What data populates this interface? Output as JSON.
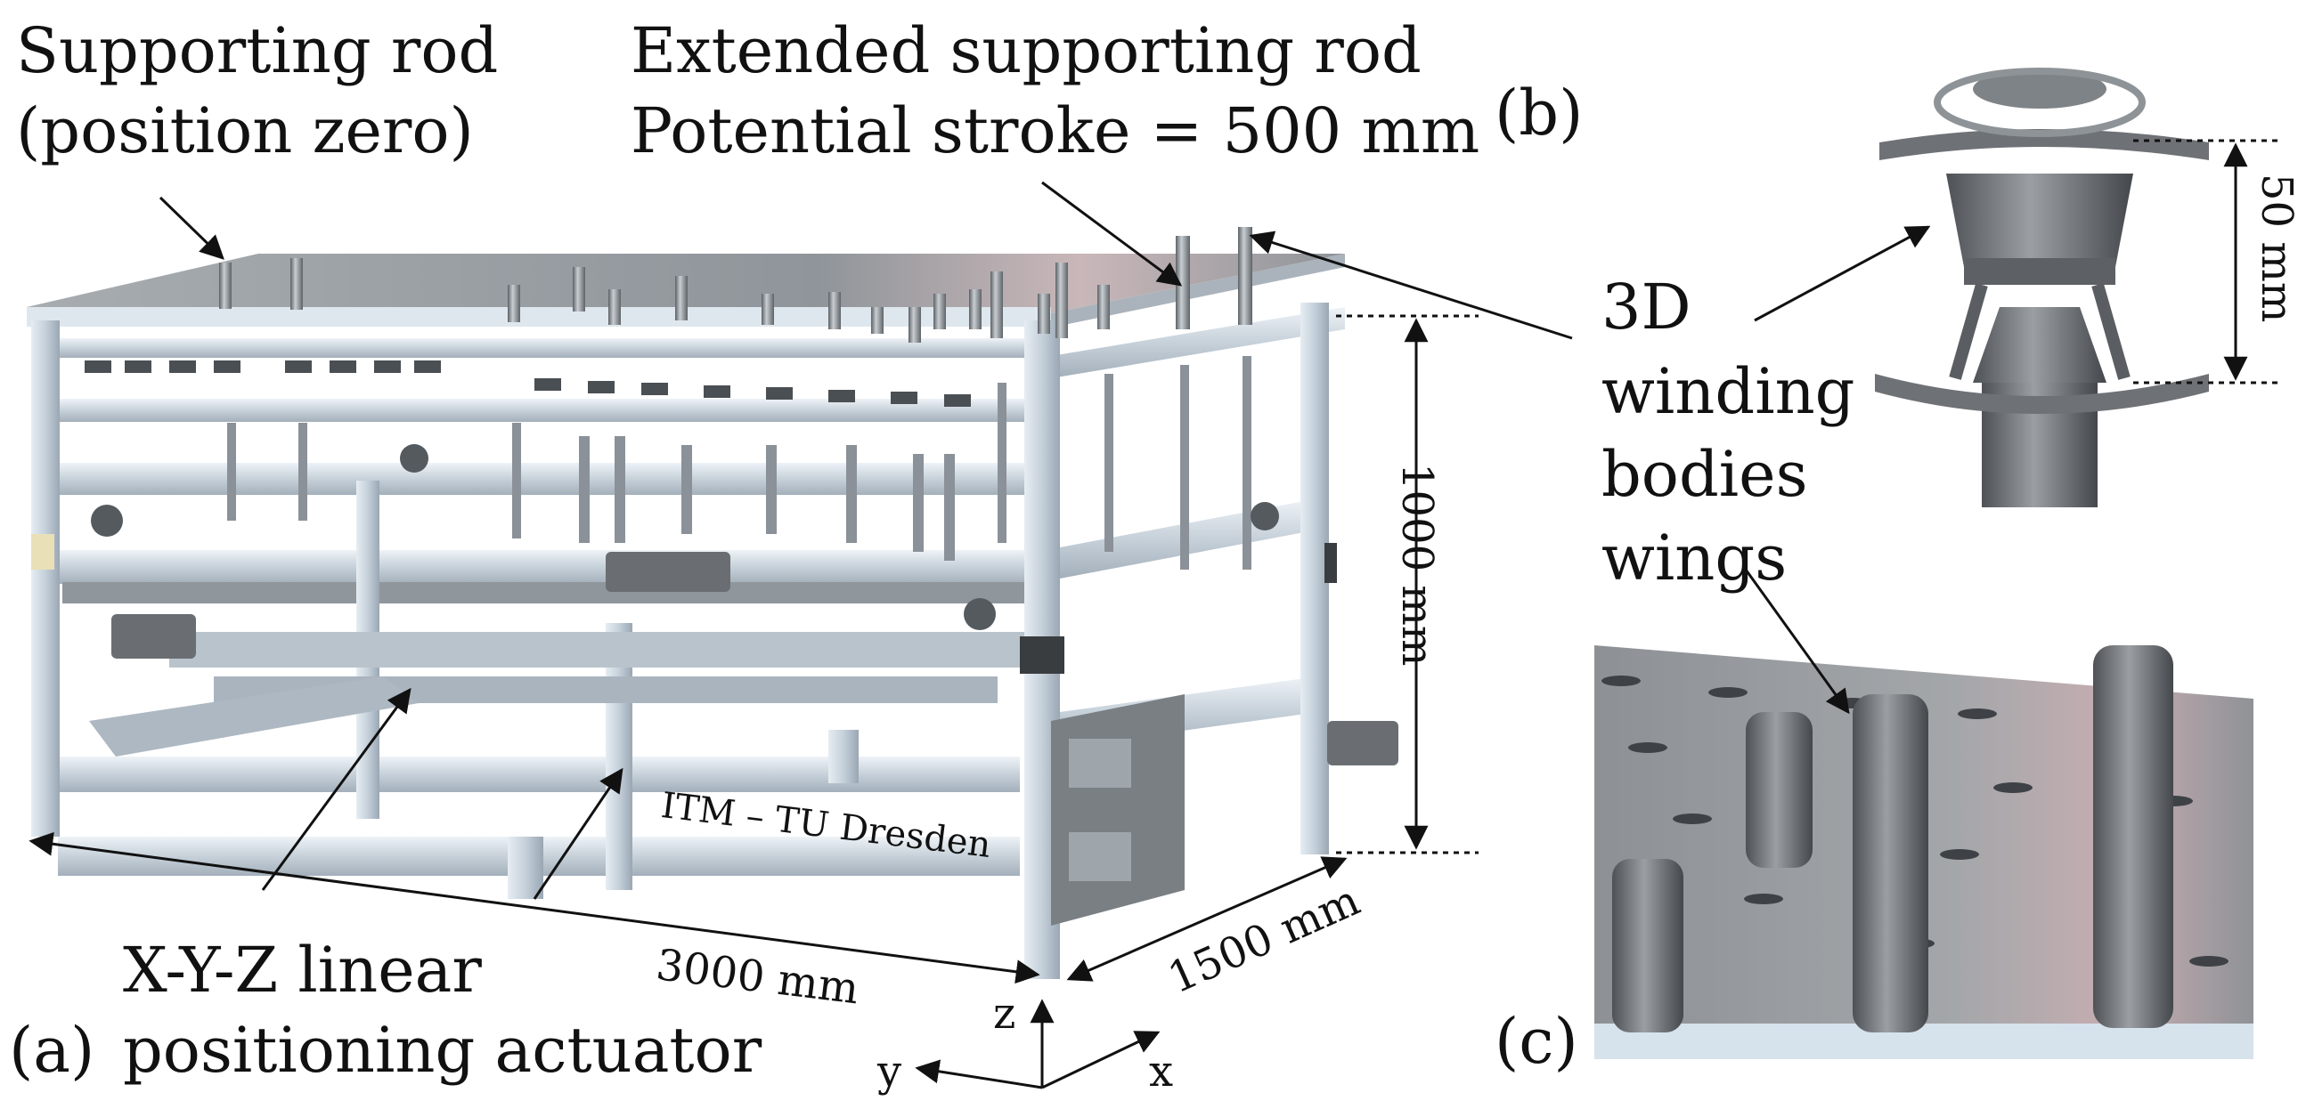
{
  "panels": {
    "a": "(a)",
    "b": "(b)",
    "c": "(c)"
  },
  "labels": {
    "rod_zero_line1": "Supporting rod",
    "rod_zero_line2": "(position zero)",
    "rod_ext_line1": "Extended supporting rod",
    "rod_ext_line2": "Potential stroke = 500 mm",
    "actuator_line1": "X-Y-Z linear",
    "actuator_line2": "positioning actuator",
    "winding_line1": "3D",
    "winding_line2": "winding",
    "winding_line3": "bodies",
    "winding_line4": "wings",
    "logo": "ITM – TU Dresden"
  },
  "dimensions": {
    "height": "1000 mm",
    "length": "3000 mm",
    "width": "1500 mm",
    "wing_height": "50 mm"
  },
  "axes": {
    "z": "z",
    "y": "y",
    "x": "x"
  },
  "colors": {
    "aluminium": "#c9d3dc",
    "aluminium_dark": "#8e9aa6",
    "plate": "#9aa0a6",
    "steel": "#6d7277",
    "motor": "#6a6a6a",
    "line": "#111111"
  }
}
